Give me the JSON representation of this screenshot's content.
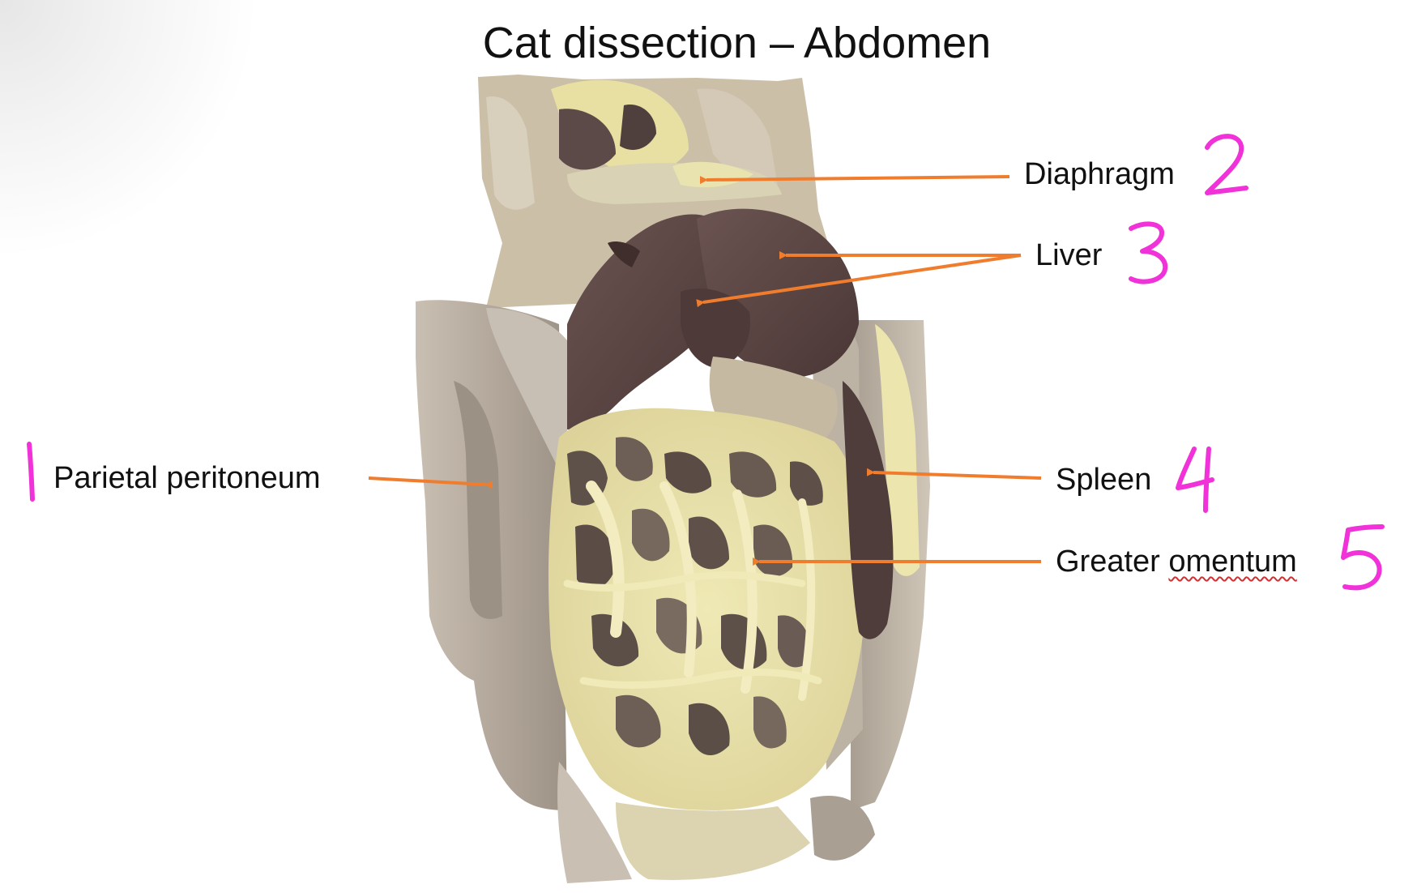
{
  "slide": {
    "title": "Cat dissection – Abdomen"
  },
  "colors": {
    "arrow": "#f07d2e",
    "handwritten_number": "#f032d8",
    "liver": "#5b4644",
    "omentum_fat": "#ebe4a8",
    "body_wall": "#b9b0a4"
  },
  "labels": [
    {
      "number": "1",
      "text": "Parietal peritoneum"
    },
    {
      "number": "2",
      "text": "Diaphragm"
    },
    {
      "number": "3",
      "text": "Liver"
    },
    {
      "number": "4",
      "text": "Spleen"
    },
    {
      "number": "5",
      "text": "Greater omentum"
    }
  ]
}
